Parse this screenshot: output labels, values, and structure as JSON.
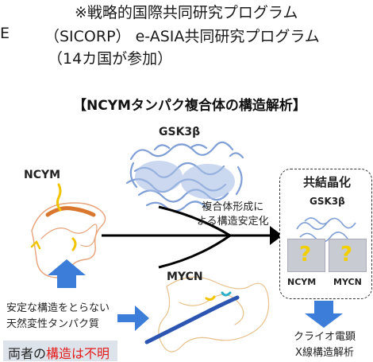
{
  "note": {
    "left_mark": "E",
    "line1": "※戦略的国際共同研究プログラム",
    "line2": "（SICORP） e-ASIA共同研究プログラム",
    "line3": "（14カ国が参加）"
  },
  "diagram": {
    "title": "【NCYMタンパク複合体の構造解析】",
    "gsk3b_label": "GSK3β",
    "ncym_label": "NCYM",
    "mycn_label": "MYCN",
    "arrow_caption_line1": "複合体形成に",
    "arrow_caption_line2": "よる構造安定化",
    "idp_line1": "安定な構造をとらない",
    "idp_line2": "天然変性タンパク質",
    "unknown_prefix": "両者の",
    "unknown_highlight": "構造は不明",
    "result": {
      "title": "共結晶化",
      "gsk3b_label": "GSK3β",
      "panel_left_label": "NCYM",
      "panel_right_label": "MYCN",
      "question_mark": "?"
    },
    "method_line1": "クライオ電顕",
    "method_line2": "X線構造解析"
  },
  "colors": {
    "protein_blue": "#7f9fd6",
    "arrow_blue": "#3b7dd8",
    "red": "#e31b1b",
    "ncym_orange": "#d9772e",
    "yellow": "#f2d000"
  }
}
